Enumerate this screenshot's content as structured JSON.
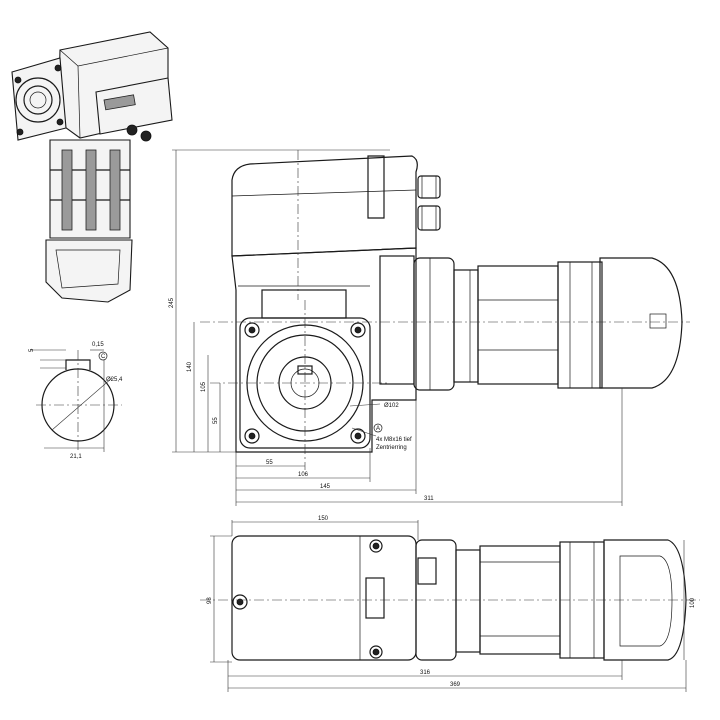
{
  "dimensions": {
    "front_height_total": "245",
    "front_height_140": "140",
    "front_height_105": "105",
    "front_height_55": "55",
    "front_width_55": "55",
    "front_width_106": "106",
    "front_width_145": "145",
    "front_width_311": "311",
    "hollow_shaft_diameter": "Ø102",
    "thread_callout_line1": "4x M8x16 tief",
    "thread_callout_line2": "Zentrierring",
    "callout_letter": "A",
    "keyway_width": "5",
    "keyway_height": "0,15",
    "keyway_letter": "C",
    "bore_diameter": "Ø25,4",
    "keyway_depth": "21,1",
    "top_width_150": "150",
    "top_height_98": "98",
    "top_height_100": "100",
    "top_length_316": "316",
    "top_length_369": "369"
  }
}
